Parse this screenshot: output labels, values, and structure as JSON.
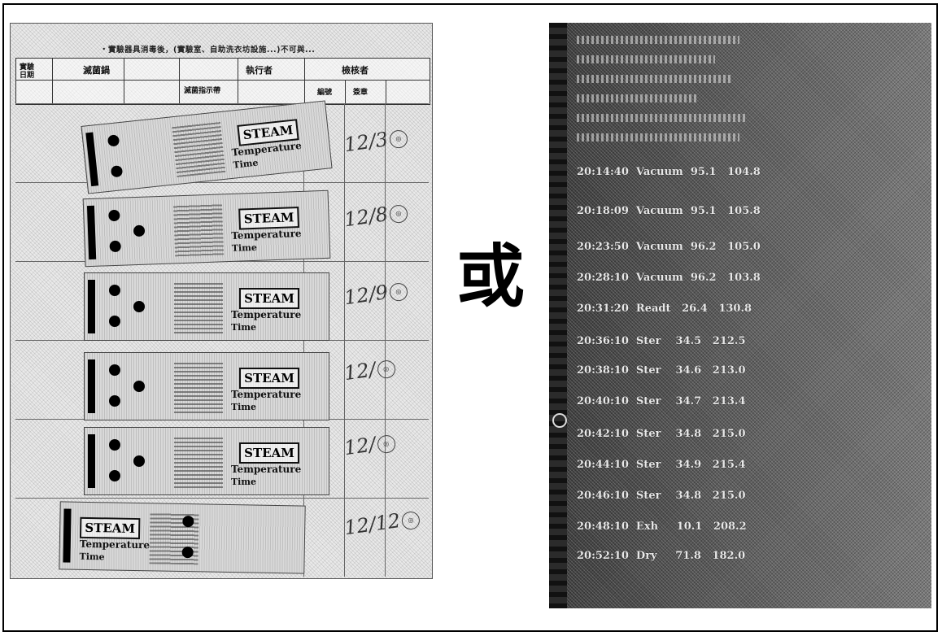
{
  "left_sheet": {
    "top_note": "・實驗器具消毒後，(實驗室、自助洗衣坊設施...)不可與...",
    "header": {
      "cell_1": "實驗\n日期",
      "cell_2": "滅菌鍋",
      "cell_3": "執行者",
      "cell_4": "檢核者",
      "sub_1": "滅菌指示帶",
      "sub_2": "編號",
      "sub_3": "簽章"
    },
    "strips": [
      {
        "steam_label": "STEAM",
        "temp_label": "Temperature",
        "time_label": "Time",
        "date_mark": "12/3"
      },
      {
        "steam_label": "STEAM",
        "temp_label": "Temperature",
        "time_label": "Time",
        "date_mark": "12/8"
      },
      {
        "steam_label": "STEAM",
        "temp_label": "Temperature",
        "time_label": "Time",
        "date_mark": "12/9"
      },
      {
        "steam_label": "STEAM",
        "temp_label": "Temperature",
        "time_label": "Time",
        "date_mark": "12/"
      },
      {
        "steam_label": "STEAM",
        "temp_label": "Temperature",
        "time_label": "Time",
        "date_mark": "12/"
      },
      {
        "steam_label": "STEAM",
        "temp_label": "Temperature",
        "time_label": "Time",
        "date_mark": "12/12"
      }
    ]
  },
  "center": {
    "or_char": "或"
  },
  "right_printout": {
    "rows": [
      "20:14:40  Vacuum  95.1   104.8",
      "20:18:09  Vacuum  95.1   105.8",
      "20:23:50  Vacuum  96.2   105.0",
      "20:28:10  Vacuum  96.2   103.8",
      "20:31:20  Readt   26.4   130.8",
      "20:36:10  Ster    34.5   212.5",
      "20:38:10  Ster    34.6   213.0",
      "20:40:10  Ster    34.7   213.4",
      "20:42:10  Ster    34.8   215.0",
      "20:44:10  Ster    34.9   215.4",
      "20:46:10  Ster    34.8   215.0",
      "20:48:10  Exh     10.1   208.2",
      "20:52:10  Dry     71.8   182.0"
    ]
  }
}
